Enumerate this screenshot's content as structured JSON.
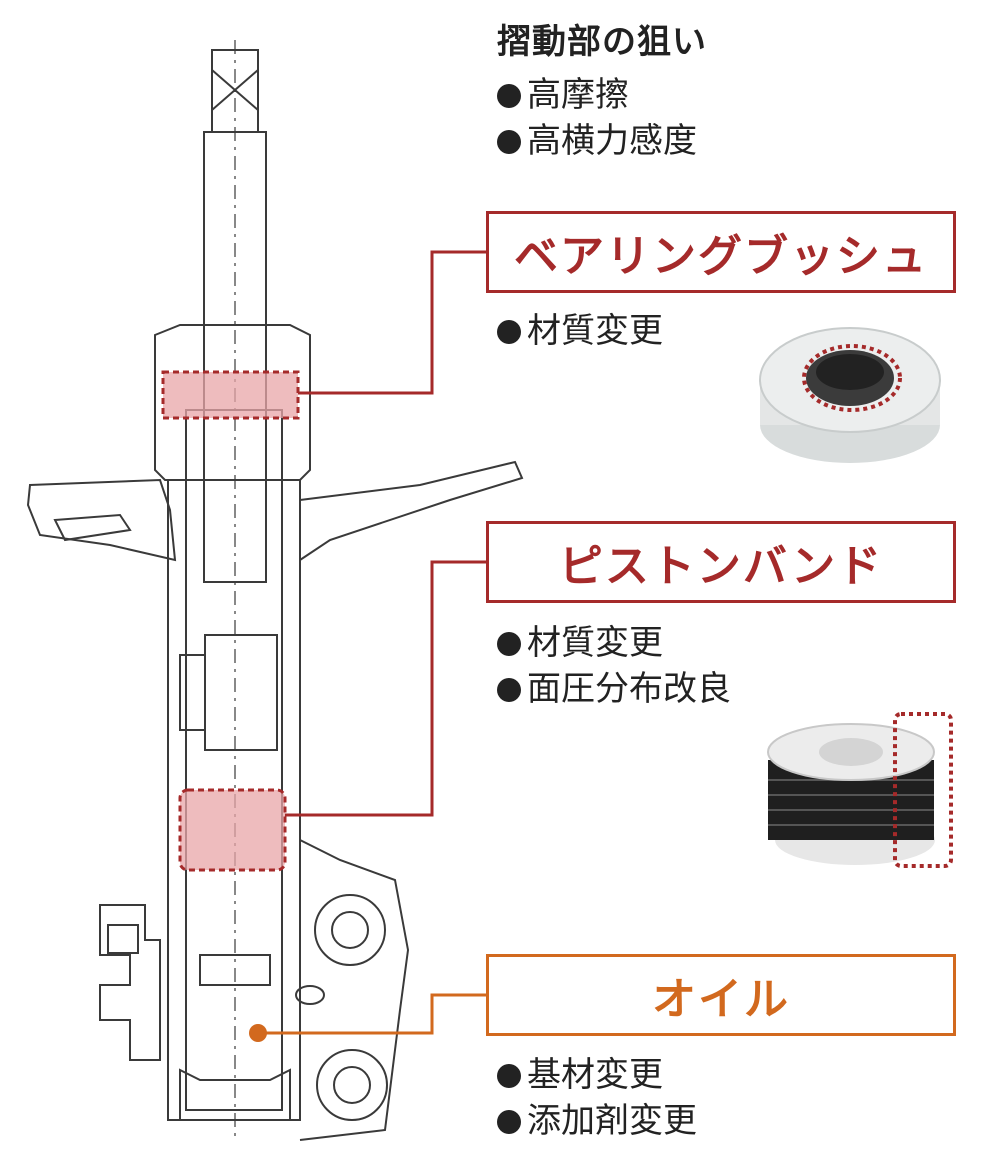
{
  "title": "摺動部の狙い",
  "aims": [
    "高摩擦",
    "高横力感度"
  ],
  "parts": [
    {
      "label": "ベアリングブッシュ",
      "items": [
        "材質変更"
      ]
    },
    {
      "label": "ピストンバンド",
      "items": [
        "材質変更",
        "面圧分布改良"
      ]
    },
    {
      "label": "オイル",
      "items": [
        "基材変更",
        "添加剤変更"
      ]
    }
  ],
  "colors": {
    "accent_red": "#a52a2a",
    "accent_orange": "#d2691e",
    "line": "#3a3a3a",
    "highlight": "#e8a5a8"
  }
}
